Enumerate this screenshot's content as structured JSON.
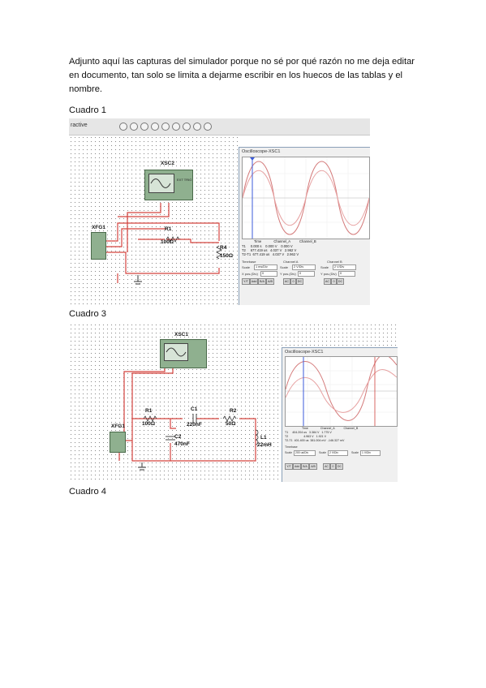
{
  "document": {
    "intro": "Adjunto aquí las capturas del simulador porque no sé por qué razón no me deja editar en documento, tan solo se limita a dejarme escribir en los huecos de las tablas y el nombre.",
    "captions": {
      "c1": "Cuadro 1",
      "c3": "Cuadro 3",
      "c4": "Cuadro 4"
    }
  },
  "screenshot1": {
    "toolbar_text": "ractive",
    "instruments": {
      "scope": "XSC2",
      "fgen": "XFG1",
      "ext": "EXT TRIG"
    },
    "components": {
      "r1_name": "R1",
      "r1_value": "100Ω",
      "r4_name": "R4",
      "r4_value": "150Ω"
    },
    "scope": {
      "title": "Oscilloscope-XSC1",
      "headers": [
        "Time",
        "Channel_A",
        "Channel_B"
      ],
      "rows": [
        [
          "T1",
          "0.000 s",
          "0.000 V",
          "0.000 V"
        ],
        [
          "T2",
          "677.419 us",
          "4.037 V",
          "2.962 V"
        ],
        [
          "T2-T1",
          "677.419 us",
          "4.037 V",
          "2.962 V"
        ]
      ],
      "timebase_label": "Timebase",
      "scale_label": "Scale",
      "scale_value": "1 ms/Div",
      "xpos_label": "X pos.(Div)",
      "xpos_value": "0",
      "cha_label": "Channel A",
      "cha_scale": "2 V/Div",
      "chb_label": "Channel B",
      "chb_scale": "2 V/Div",
      "ypos_label": "Y pos.(Div)",
      "ypos_value": "0",
      "buttons": [
        "Y/T",
        "Add",
        "B/A",
        "A/B",
        "AC",
        "0",
        "DC",
        "AC",
        "0",
        "DC"
      ]
    }
  },
  "screenshot3": {
    "instruments": {
      "scope": "XSC1",
      "fgen": "XFG1"
    },
    "components": {
      "r1_name": "R1",
      "r1_value": "100Ω",
      "c1_name": "C1",
      "c1_value": "220nF",
      "r2_name": "R2",
      "r2_value": "50Ω",
      "c2_name": "C2",
      "c2_value": "470nF",
      "l1_name": "L1",
      "l1_value": "22mH"
    },
    "scope": {
      "title": "Oscilloscope-XSC1",
      "headers": [
        "Time",
        "Channel_A",
        "Channel_B"
      ],
      "rows": [
        [
          "T1",
          "404.204 us",
          "3.384 V",
          "1.775 V"
        ],
        [
          "T2",
          "",
          "4.963 V",
          "1.921 V"
        ],
        [
          "T2-T1",
          "401.400 us",
          "381.004 mV",
          "-146.327 mV"
        ]
      ],
      "timebase_label": "Timebase",
      "scale_label": "Scale",
      "scale_value": "200 us/Div",
      "cha_scale": "2 V/Div",
      "chb_scale": "1 V/Div",
      "buttons": [
        "Y/T",
        "Add",
        "B/A",
        "A/B",
        "AC",
        "0",
        "DC"
      ]
    }
  }
}
